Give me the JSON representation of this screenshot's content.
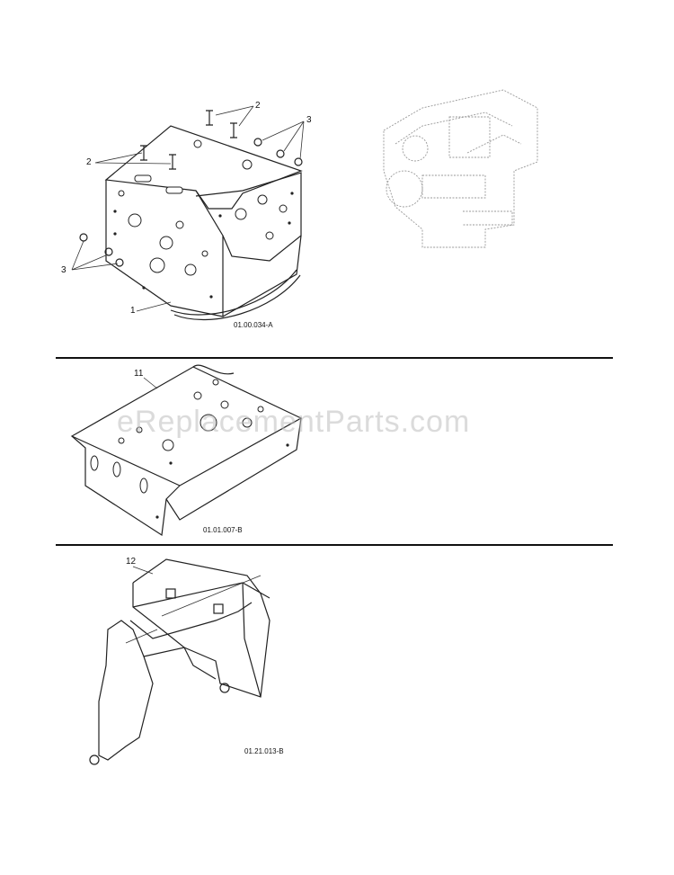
{
  "watermark": "eReplacementParts.com",
  "sections": [
    {
      "caption": "01.00.034-A",
      "callouts": {
        "c1": "1",
        "c2a": "2",
        "c2b": "2",
        "c3a": "3",
        "c3b": "3"
      }
    },
    {
      "caption": "01.01.007-B",
      "callouts": {
        "c11": "11"
      }
    },
    {
      "caption": "01.21.013-B",
      "callouts": {
        "c12": "12"
      }
    }
  ]
}
